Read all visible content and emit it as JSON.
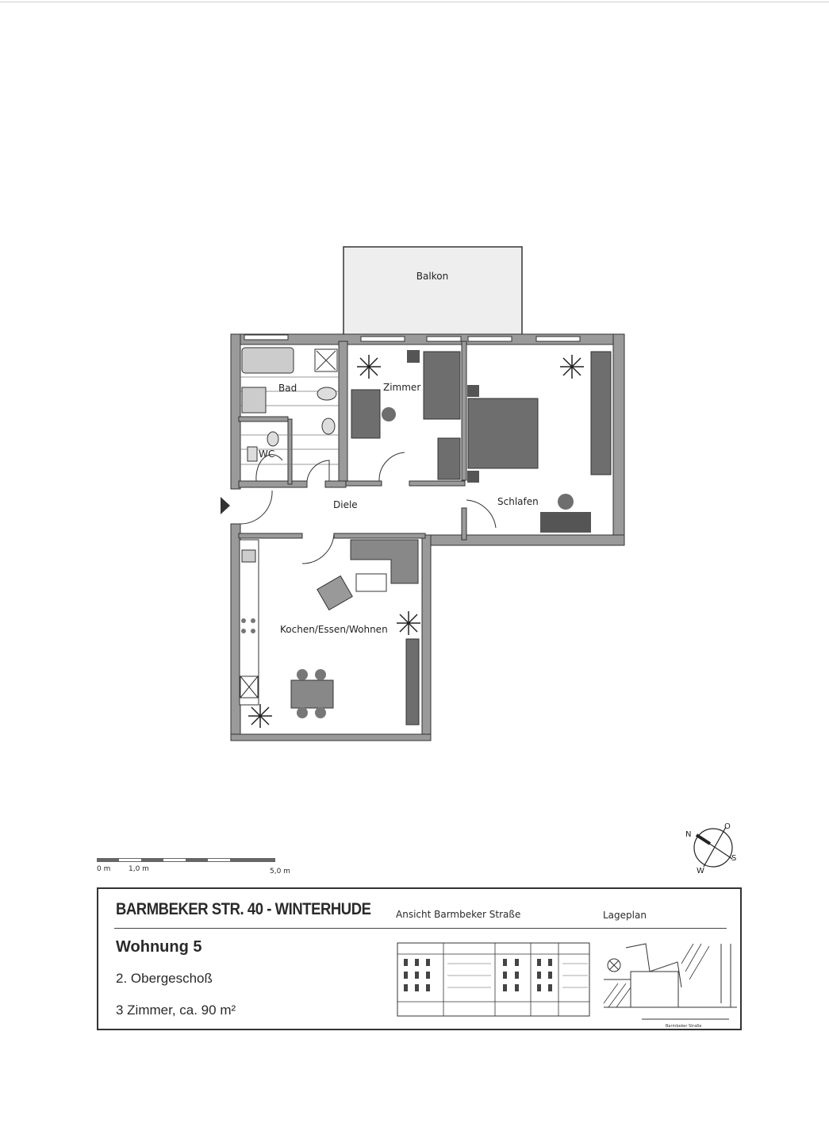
{
  "rooms": {
    "balcony": "Balkon",
    "bath": "Bad",
    "wc": "WC",
    "room": "Zimmer",
    "bedroom": "Schlafen",
    "hall": "Diele",
    "living": "Kochen/Essen/Wohnen"
  },
  "scale_bar": {
    "start": "0 m",
    "mid": "1,0 m",
    "end": "5,0 m"
  },
  "compass": {
    "n": "N",
    "o": "O",
    "s": "S",
    "w": "W"
  },
  "title_block": {
    "address": "BARMBEKER STR. 40 - WINTERHUDE",
    "elevation_label": "Ansicht Barmbeker Straße",
    "site_plan_label": "Lageplan",
    "unit": "Wohnung 5",
    "floor": "2. Obergeschoß",
    "size": "3 Zimmer, ca. 90 m²",
    "site_street": "Barmbeker Straße"
  },
  "colors": {
    "wall": "#9a9a9a",
    "furniture": "#6e6e6e",
    "ink": "#2a2a2a"
  }
}
